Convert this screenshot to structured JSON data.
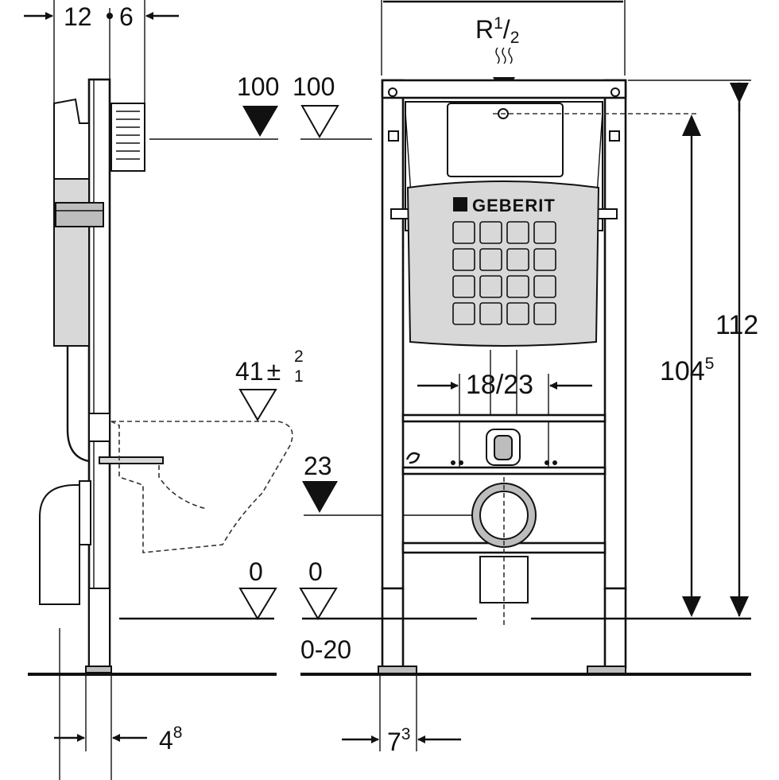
{
  "brand": "GEBERIT",
  "dimensions": {
    "side_top_left": "12",
    "side_top_right": "6",
    "side_bottom_a": "4",
    "side_bottom_a_sup": "8",
    "level_100_filled": "100",
    "level_100_open": "100",
    "level_41": "41",
    "level_41_tol_plus": "2",
    "level_41_tol_minus": "1",
    "level_23": "23",
    "level_0_left": "0",
    "level_0_right": "0",
    "floor_range": "0-20",
    "supply_thread": "R",
    "supply_thread_num": "1",
    "supply_thread_den": "2",
    "total_height": "112",
    "inner_height": "104",
    "inner_height_sup": "5",
    "bolt_spacing": "18/23",
    "foot_width": "7",
    "foot_width_sup": "3"
  }
}
